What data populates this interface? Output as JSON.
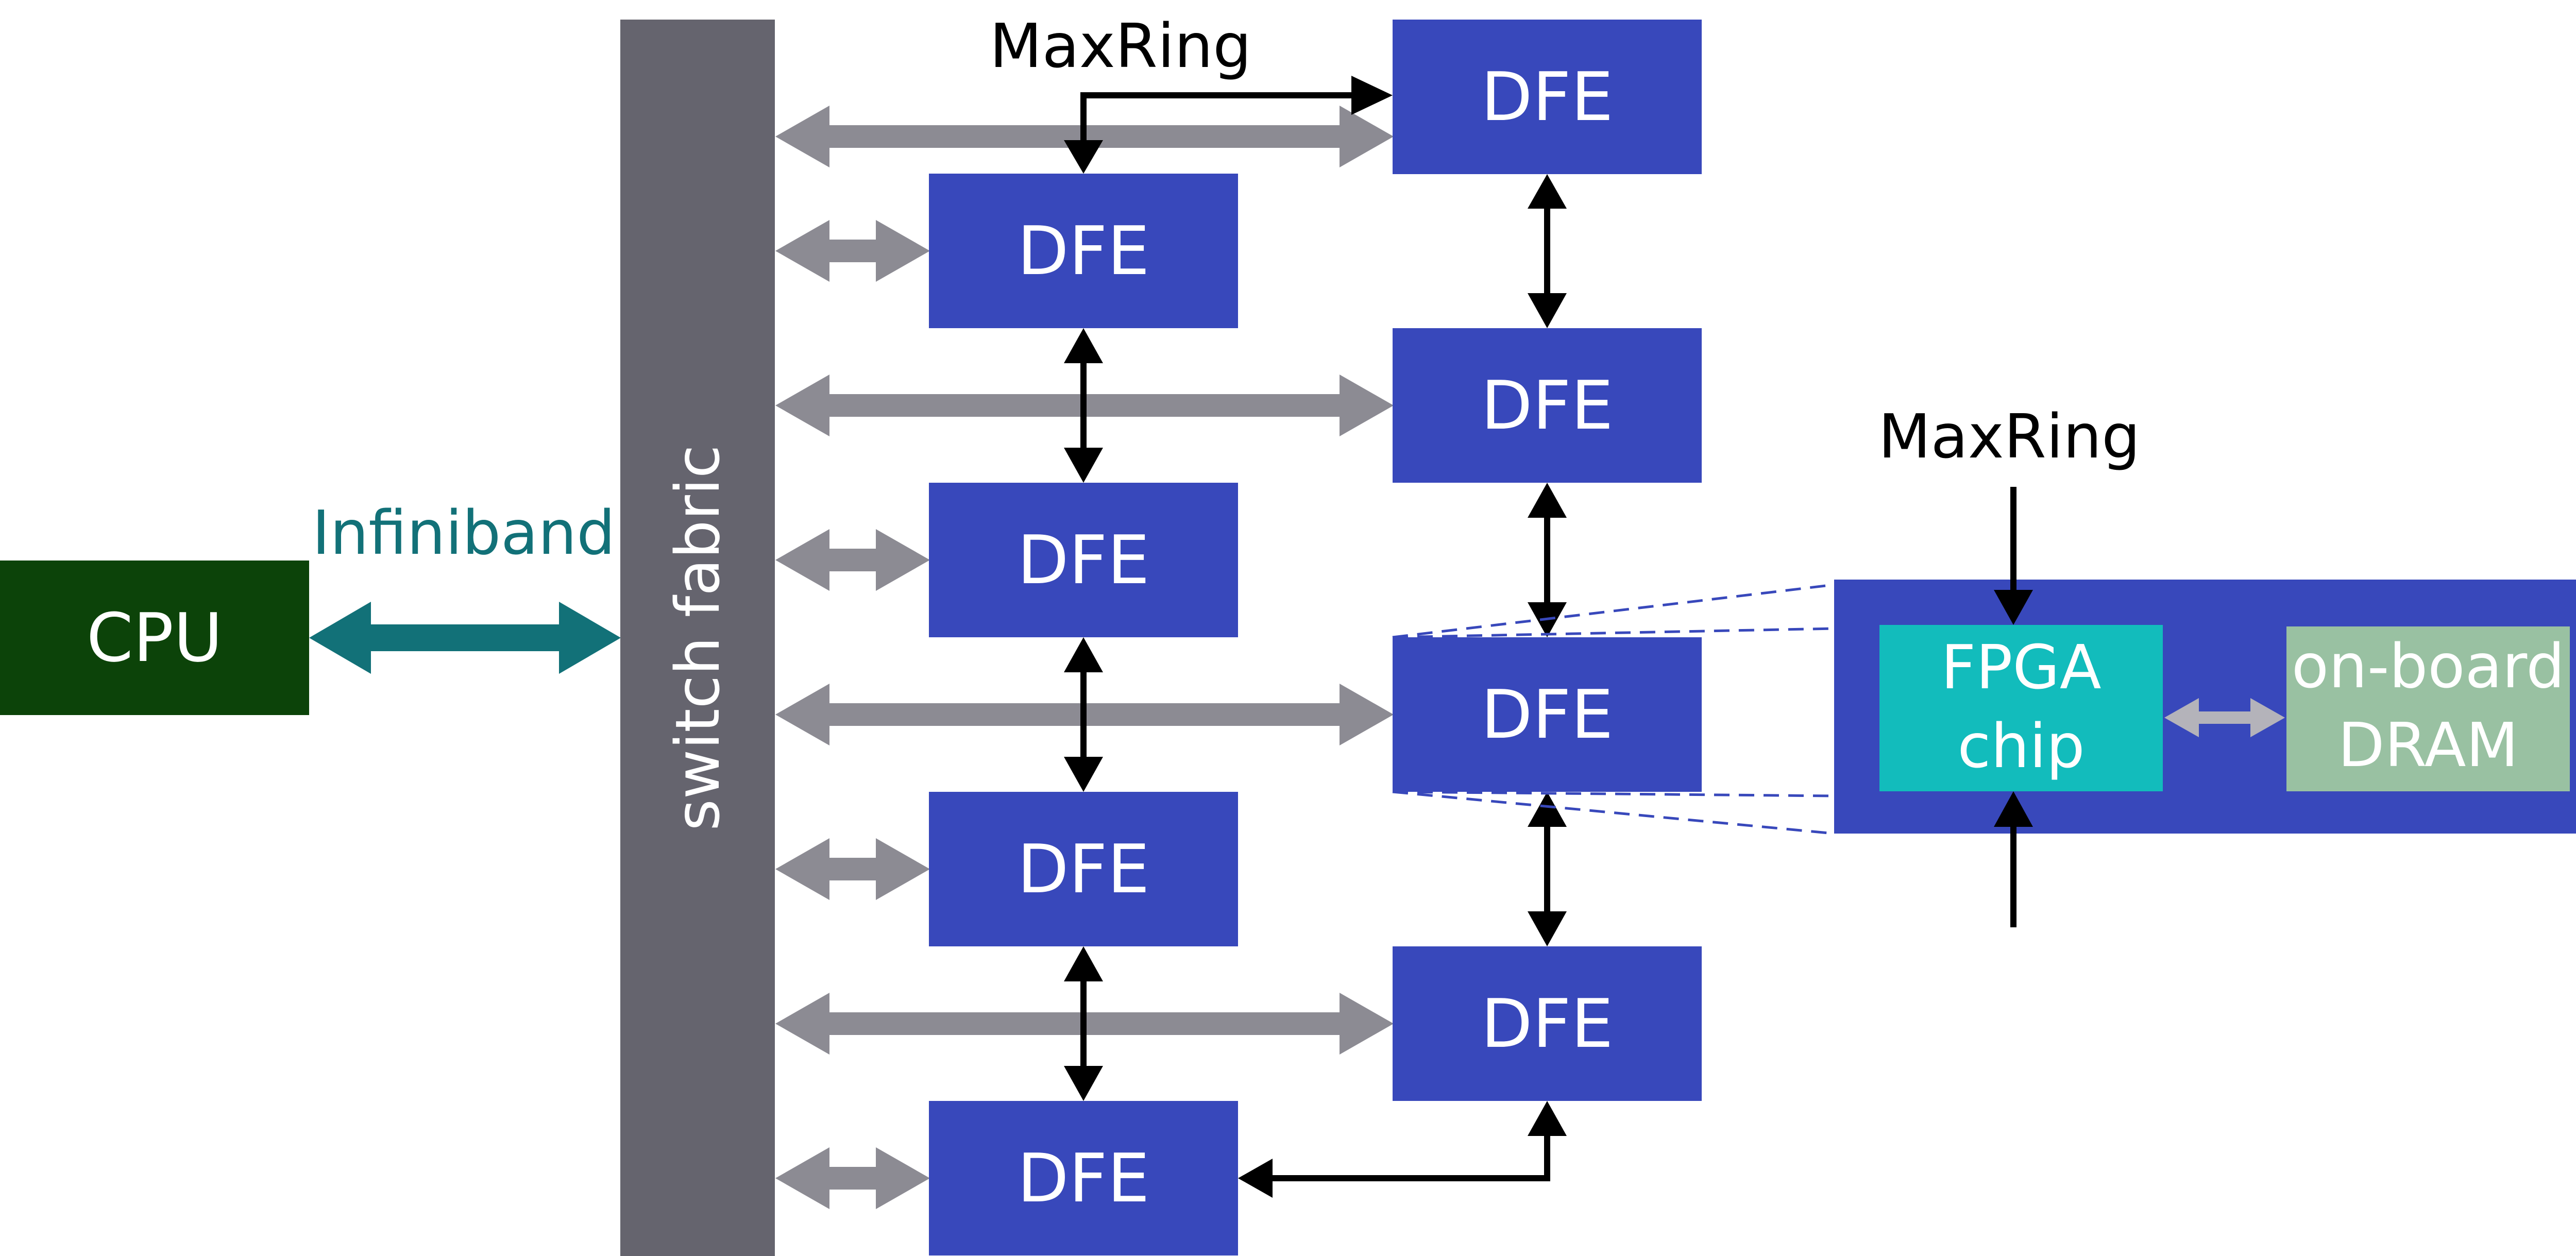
{
  "colors": {
    "background": "#ffffff",
    "cpu_box": "#0c4309",
    "cpu_text": "#ffffff",
    "infiniband_arrow": "#127178",
    "infiniband_text": "#127178",
    "switch_fabric": "#65646e",
    "switch_text": "#ffffff",
    "dfe_box": "#3848bb",
    "dfe_text": "#ffffff",
    "fabric_arrow": "#8c8b93",
    "ring_arrow": "#000000",
    "zoom_box": "#3848bb",
    "fpga_chip": "#12bcbc",
    "dram_box": "#99c1a2",
    "dram_arrow": "#b4b3ba",
    "label_text": "#000000"
  },
  "cpu": {
    "label": "CPU"
  },
  "infiniband": {
    "label": "Infiniband"
  },
  "switch_fabric": {
    "label": "switch fabric"
  },
  "maxring_top": {
    "label": "MaxRing"
  },
  "dfe_nodes": [
    {
      "label": "DFE"
    },
    {
      "label": "DFE"
    },
    {
      "label": "DFE"
    },
    {
      "label": "DFE"
    },
    {
      "label": "DFE"
    },
    {
      "label": "DFE"
    },
    {
      "label": "DFE"
    },
    {
      "label": "DFE"
    }
  ],
  "detail": {
    "maxring_label": "MaxRing",
    "fpga_line1": "FPGA",
    "fpga_line2": "chip",
    "dram_line1": "on-board",
    "dram_line2": "DRAM"
  }
}
